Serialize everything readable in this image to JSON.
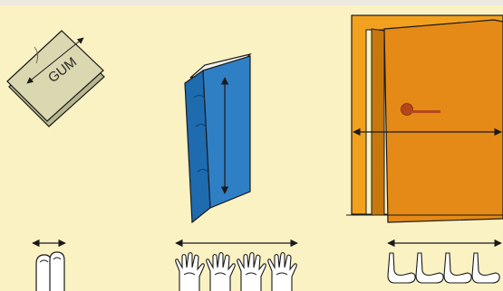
{
  "colors": {
    "background": "#FBF2C4",
    "top_border": "#EDEAE2",
    "gum": "#DAD8B0",
    "gum_dark": "#B8B68F",
    "book_cover": "#2F7FC5",
    "book_spine": "#1F6BB0",
    "book_pages": "#F4F2EE",
    "door": "#E58A16",
    "door_frame": "#F2A11E",
    "door_frame_shadow": "#C5780E",
    "knob": "#B6461A",
    "outline": "#1A1A1A",
    "skin": "#FFFFFF"
  },
  "gum_label": "GUM",
  "measures": {
    "eraser": "finger-width",
    "book": "hand-spans",
    "door": "foot-lengths"
  },
  "counts": {
    "fingers": 2,
    "hands": 4,
    "feet": 4
  }
}
